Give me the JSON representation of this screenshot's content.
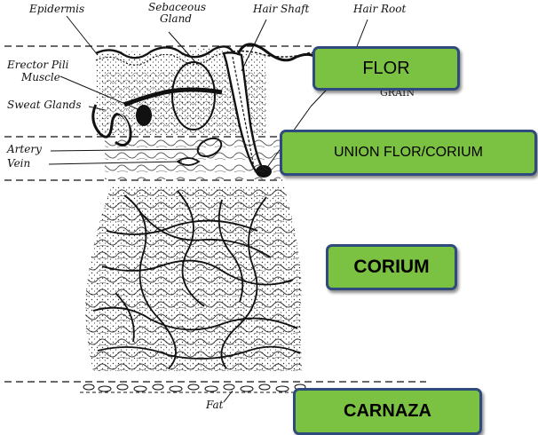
{
  "labels": {
    "epidermis": "Epidermis",
    "sebaceous_line1": "Sebaceous",
    "sebaceous_line2": "Gland",
    "hair_shaft": "Hair Shaft",
    "hair_root": "Hair Root",
    "erector_line1": "Erector Pili",
    "erector_line2": "Muscle",
    "sweat_glands": "Sweat Glands",
    "artery": "Artery",
    "vein": "Vein",
    "grain": "GRAIN",
    "fat": "Fat"
  },
  "boxes": {
    "flor": "FLOR",
    "union": "UNION FLOR/CORIUM",
    "corium": "CORIUM",
    "carnaza": "CARNAZA"
  },
  "colors": {
    "box_fill": "#7cc242",
    "box_border": "#2f4a7c"
  }
}
